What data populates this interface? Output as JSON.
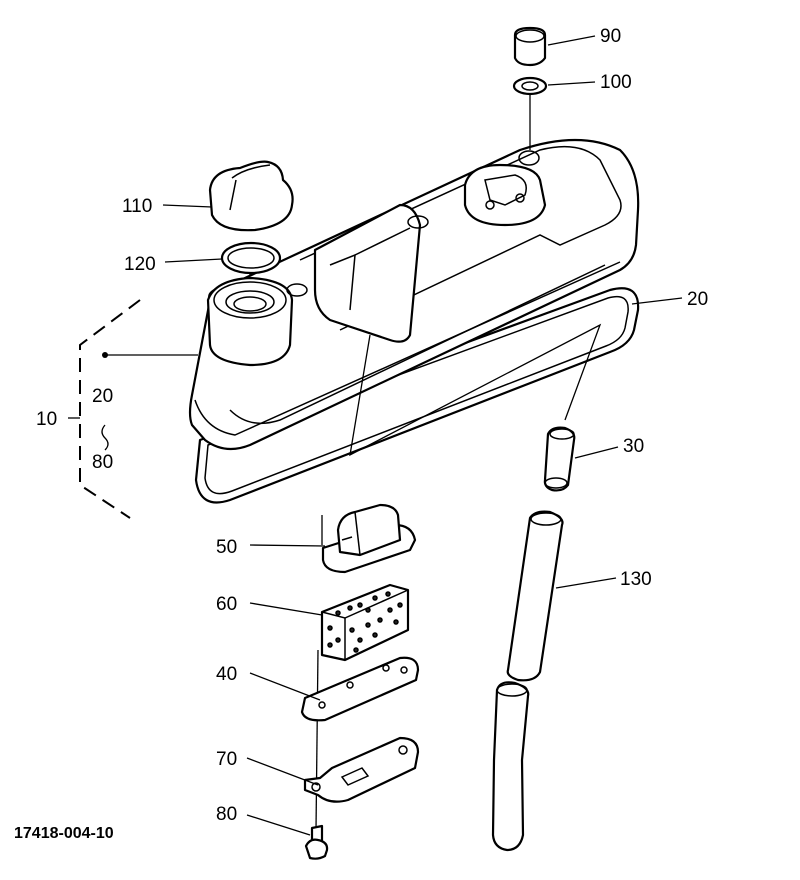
{
  "diagram": {
    "drawing_number": "17418-004-10",
    "callouts": {
      "p90": "90",
      "p100": "100",
      "p110": "110",
      "p120": "120",
      "p20_cover": "20",
      "p10": "10",
      "p10_range_from": "20",
      "p10_range_to": "80",
      "p30": "30",
      "p50": "50",
      "p130": "130",
      "p60": "60",
      "p40": "40",
      "p70": "70",
      "p80": "80"
    }
  }
}
